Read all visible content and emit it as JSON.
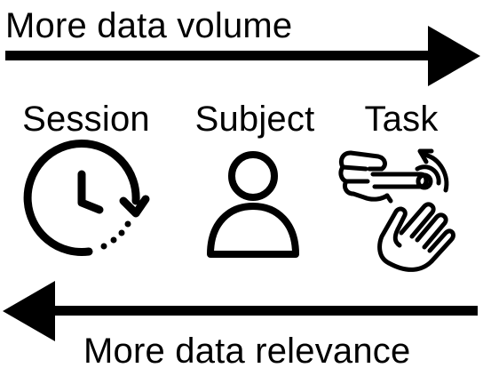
{
  "top_arrow": {
    "caption": "More data volume",
    "direction": "right"
  },
  "bottom_arrow": {
    "caption": "More data relevance",
    "direction": "left"
  },
  "levels": [
    {
      "label": "Session",
      "icon": "clock-icon"
    },
    {
      "label": "Subject",
      "icon": "person-icon"
    },
    {
      "label": "Task",
      "icon": "hand-gesture-icon"
    }
  ],
  "colors": {
    "foreground": "#000000",
    "background": "#ffffff"
  }
}
